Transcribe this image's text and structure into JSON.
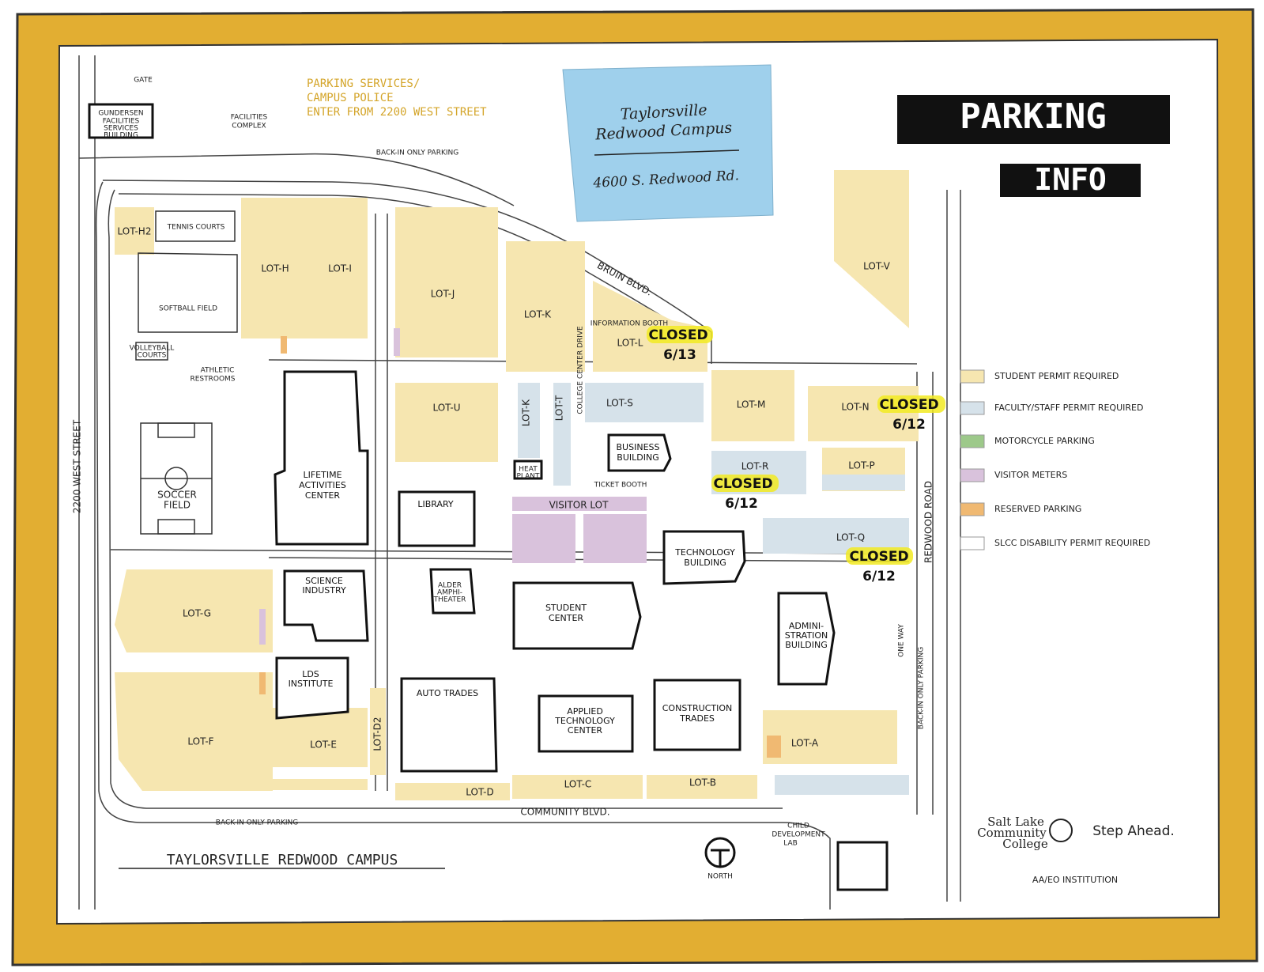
{
  "title": {
    "line1": "PARKING",
    "line2": "INFO"
  },
  "campus_card": {
    "line1": "Taylorsville",
    "line2": "Redwood Campus",
    "address": "4600 S. Redwood Rd."
  },
  "campus_name": "TAYLORSVILLE REDWOOD CAMPUS",
  "parking_services": {
    "line1": "PARKING SERVICES/",
    "line2": "CAMPUS POLICE",
    "line3": "ENTER FROM 2200 WEST STREET"
  },
  "streets": {
    "west": "2200 WEST STREET",
    "east": "REDWOOD ROAD",
    "south": "COMMUNITY BLVD.",
    "bruin": "BRUIN BLVD."
  },
  "notes": {
    "back_in_top": "BACK-IN ONLY PARKING",
    "back_in_bottom": "BACK-IN ONLY PARKING",
    "back_in_right": "BACK-IN ONLY PARKING",
    "one_way": "ONE WAY",
    "gate": "GATE"
  },
  "lots": {
    "h2": "LOT-H2",
    "h": "LOT-H",
    "i": "LOT-I",
    "j": "LOT-J",
    "k_top": "LOT-K",
    "l": "LOT-L",
    "u": "LOT-U",
    "k": "LOT-K",
    "t": "LOT-T",
    "s": "LOT-S",
    "m": "LOT-M",
    "n": "LOT-N",
    "r": "LOT-R",
    "p": "LOT-P",
    "q": "LOT-Q",
    "g": "LOT-G",
    "f": "LOT-F",
    "e": "LOT-E",
    "d2": "LOT-D2",
    "d": "LOT-D",
    "c": "LOT-C",
    "b": "LOT-B",
    "a": "LOT-A",
    "v": "LOT-V",
    "visitor": "VISITOR LOT"
  },
  "closures": [
    {
      "word": "CLOSED",
      "date": "6/13"
    },
    {
      "word": "CLOSED",
      "date": "6/12"
    },
    {
      "word": "CLOSED",
      "date": "6/12"
    },
    {
      "word": "CLOSED",
      "date": "6/12"
    }
  ],
  "buildings": {
    "gundersen": [
      "GUNDERSEN",
      "FACILITIES",
      "SERVICES",
      "BUILDING"
    ],
    "facilities": [
      "FACILITIES",
      "COMPLEX"
    ],
    "tennis": "TENNIS COURTS",
    "softball": "SOFTBALL FIELD",
    "volleyball": [
      "VOLLEYBALL",
      "COURTS"
    ],
    "athletic": [
      "ATHLETIC",
      "RESTROOMS"
    ],
    "soccer": [
      "SOCCER",
      "FIELD"
    ],
    "lifetime": [
      "LIFETIME",
      "ACTIVITIES",
      "CENTER"
    ],
    "library": "LIBRARY",
    "heat": [
      "HEAT",
      "PLANT"
    ],
    "business": [
      "BUSINESS",
      "BUILDING"
    ],
    "info_booth": "INFORMATION BOOTH",
    "ticket_booth": "TICKET BOOTH",
    "college_drive": "COLLEGE CENTER DRIVE",
    "technology": [
      "TECHNOLOGY",
      "BUILDING"
    ],
    "science": [
      "SCIENCE",
      "INDUSTRY"
    ],
    "alder": [
      "ALDER",
      "AMPHI-",
      "THEATER"
    ],
    "student": [
      "STUDENT",
      "CENTER"
    ],
    "admin": [
      "ADMINI-",
      "STRATION",
      "BUILDING"
    ],
    "lds": [
      "LDS",
      "INSTITUTE"
    ],
    "auto": "AUTO TRADES",
    "applied": [
      "APPLIED",
      "TECHNOLOGY",
      "CENTER"
    ],
    "construction": [
      "CONSTRUCTION",
      "TRADES"
    ],
    "child": [
      "CHILD",
      "DEVELOPMENT",
      "LAB"
    ]
  },
  "legend": [
    {
      "label": "STUDENT PERMIT REQUIRED",
      "color": "#f6e6b0"
    },
    {
      "label": "FACULTY/STAFF PERMIT REQUIRED",
      "color": "#d6e2ea"
    },
    {
      "label": "MOTORCYCLE PARKING",
      "color": "#9dc98a"
    },
    {
      "label": "VISITOR METERS",
      "color": "#d9c2dc"
    },
    {
      "label": "RESERVED PARKING",
      "color": "#f0b972"
    },
    {
      "label": "SLCC DISABILITY PERMIT REQUIRED",
      "color": "#ffffff"
    }
  ],
  "north": "NORTH",
  "college": {
    "line1": "Salt Lake",
    "line2": "Community",
    "line3": "College",
    "tagline": "Step Ahead."
  },
  "institution": "AA/EO INSTITUTION",
  "colors": {
    "border": "#e2ae32",
    "student": "#f6e6b0",
    "staff": "#d6e2ea",
    "visitor": "#d9c2dc",
    "card": "#9fd0ec",
    "highlight": "#f2ea22"
  }
}
